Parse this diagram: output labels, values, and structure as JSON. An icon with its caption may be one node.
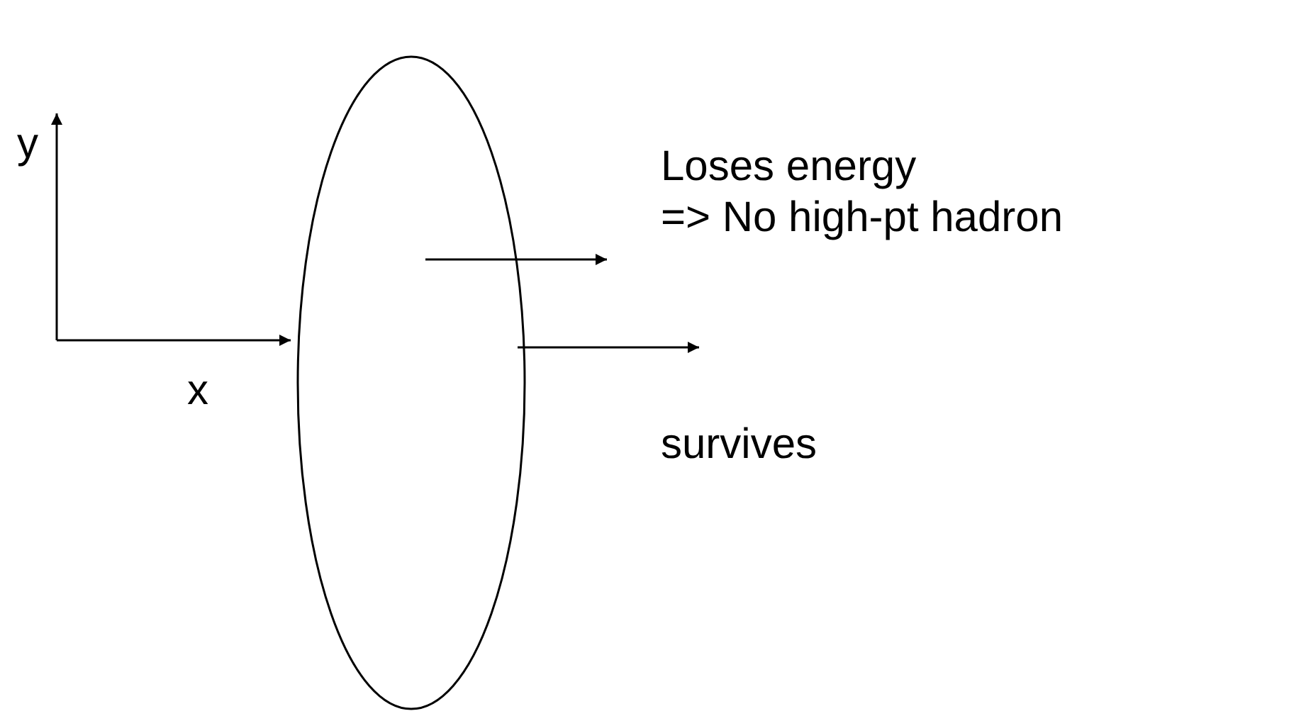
{
  "diagram": {
    "nodes": [
      {
        "text": [],
        "shape": "ellipse"
      }
    ],
    "labels": [
      "y",
      "x",
      "Loses energy",
      "=> No high-pt hadron",
      "survives"
    ]
  }
}
